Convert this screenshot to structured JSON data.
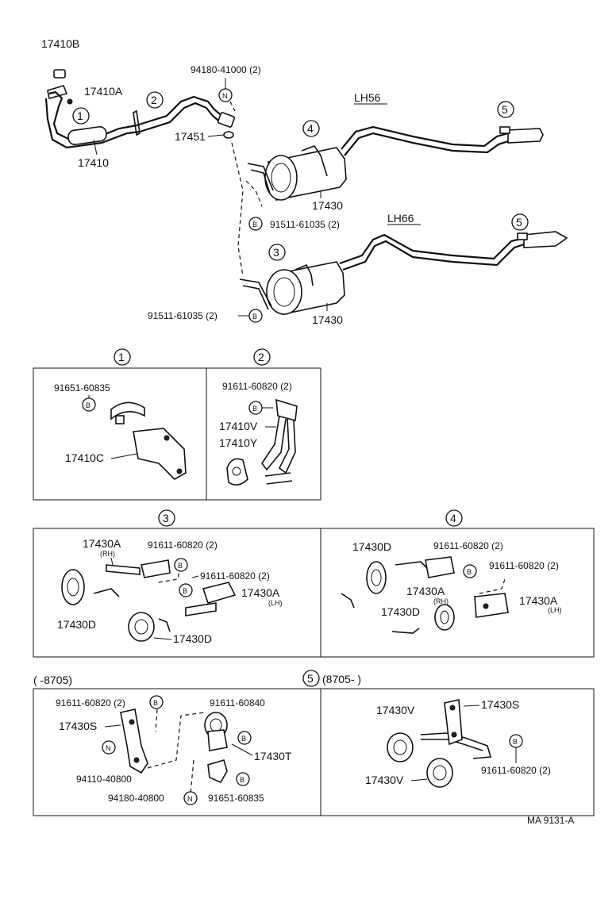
{
  "top": {
    "p17410B": "17410B",
    "p17410A": "17410A",
    "p17410": "17410",
    "p17451": "17451",
    "p94180_41000": "94180-41000 (2)",
    "lh56": "LH56",
    "lh66": "LH66",
    "p17430_a": "17430",
    "p17430_b": "17430",
    "p91511_a": "91511-61035 (2)",
    "p91511_b": "91511-61035 (2)",
    "n1": "1",
    "n2": "2",
    "n3": "3",
    "n4": "4",
    "n5a": "5",
    "n5b": "5"
  },
  "box1": {
    "num": "1",
    "p91651": "91651-60835",
    "p17410C": "17410C"
  },
  "box2": {
    "num": "2",
    "p91611": "91611-60820 (2)",
    "p17410V": "17410V",
    "p17410Y": "17410Y"
  },
  "box3": {
    "num": "3",
    "p17430A": "17430A",
    "rh": "(RH)",
    "p91611a": "91611-60820 (2)",
    "p91611b": "91611-60820 (2)",
    "p17430A_lh": "17430A",
    "lh": "(LH)",
    "p17430D_a": "17430D",
    "p17430D_b": "17430D"
  },
  "box4": {
    "num": "4",
    "p17430D_a": "17430D",
    "p91611a": "91611-60820 (2)",
    "p91611b": "91611-60820 (2)",
    "p17430A_rh": "17430A",
    "rh": "(RH)",
    "p17430A_lh": "17430A",
    "lh": "(LH)",
    "p17430D_b": "17430D"
  },
  "box5": {
    "num": "5",
    "range_left": "(        -8705)",
    "range_right": "(8705-        )",
    "p91611_60820": "91611-60820 (2)",
    "p17430S": "17430S",
    "p94110": "94110-40800",
    "p91611_60840": "91611-60840",
    "p17430T": "17430T",
    "p94180_40800": "94180-40800",
    "p91651": "91651-60835",
    "p17430V_a": "17430V",
    "p17430V_b": "17430V",
    "p17430S_r": "17430S",
    "p91611_r": "91611-60820 (2)"
  },
  "footer": {
    "code": "MA  9131-A"
  },
  "markers": {
    "B": "B",
    "N": "N"
  }
}
